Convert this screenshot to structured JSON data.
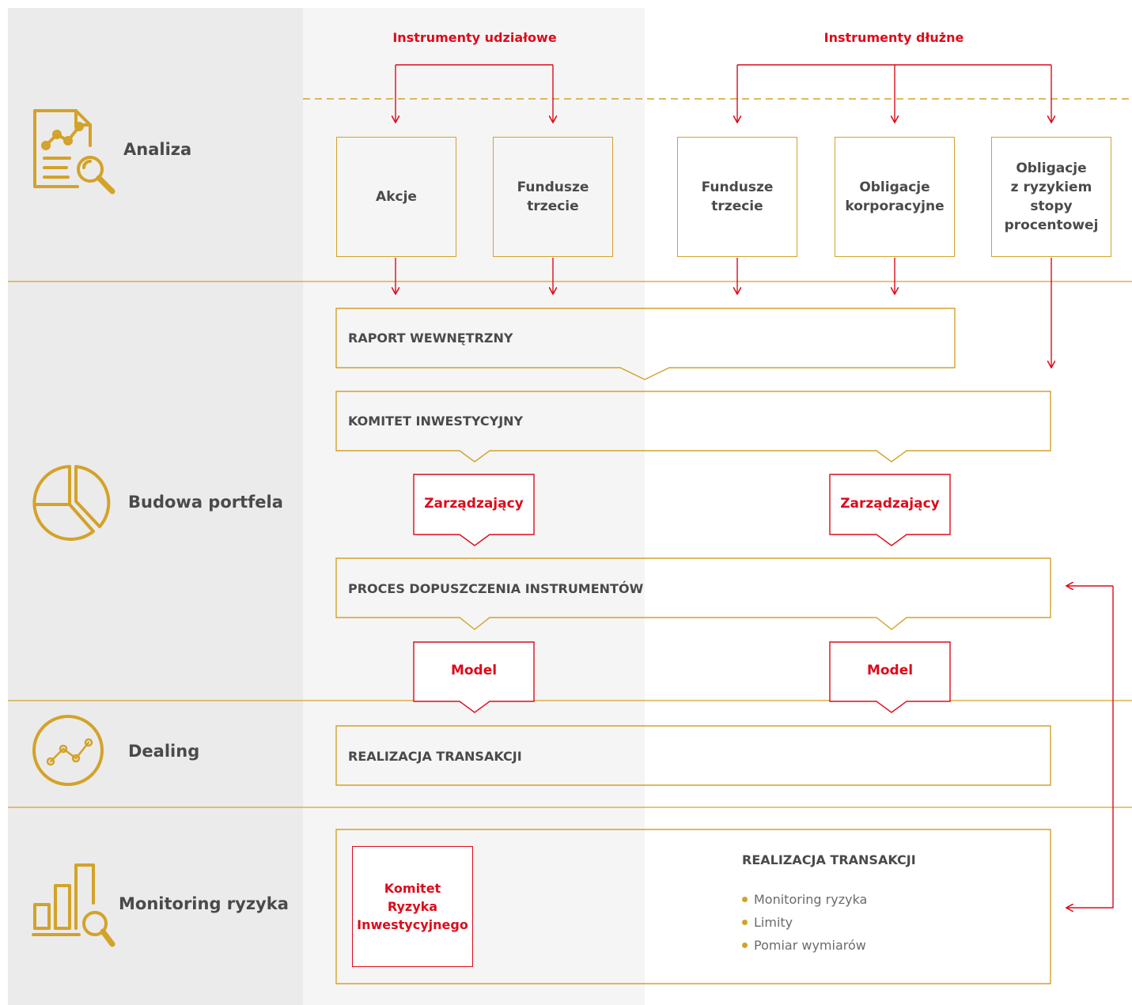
{
  "groups": {
    "equity": "Instrumenty udziałowe",
    "debt": "Instrumenty dłużne"
  },
  "stages": [
    {
      "label": "Analiza",
      "icon": "document-chart-search-icon"
    },
    {
      "label": "Budowa portfela",
      "icon": "pie-chart-icon"
    },
    {
      "label": "Dealing",
      "icon": "trend-line-circle-icon"
    },
    {
      "label": "Monitoring ryzyka",
      "icon": "bar-chart-search-icon"
    }
  ],
  "instruments": [
    {
      "label": "Akcje"
    },
    {
      "label": "Fundusze\ntrzecie"
    },
    {
      "label": "Fundusze\ntrzecie"
    },
    {
      "label": "Obligacje\nkorporacyjne"
    },
    {
      "label": "Obligacje\nz ryzykiem\nstopy\nprocentowej"
    }
  ],
  "bands": {
    "internal_report": "RAPORT WEWNĘTRZNY",
    "investment_committee": "KOMITET INWESTYCYJNY",
    "admission_process": "PROCES DOPUSZCZENIA INSTRUMENTÓW",
    "execution": "REALIZACJA TRANSAKCJI",
    "monitoring_title": "REALIZACJA TRANSAKCJI"
  },
  "managers": [
    "Zarządzający",
    "Zarządzający"
  ],
  "models": [
    "Model",
    "Model"
  ],
  "risk_committee": "Komitet\nRyzyka\nInwestycyjnego",
  "monitoring_items": [
    "Monitoring ryzyka",
    "Limity",
    "Pomiar wymiarów"
  ],
  "colors": {
    "gold": "#d3a229",
    "red": "#dc0b1b",
    "text": "#4a4a4a",
    "panel_dark": "#ebebeb",
    "panel_light": "#f5f5f5"
  }
}
